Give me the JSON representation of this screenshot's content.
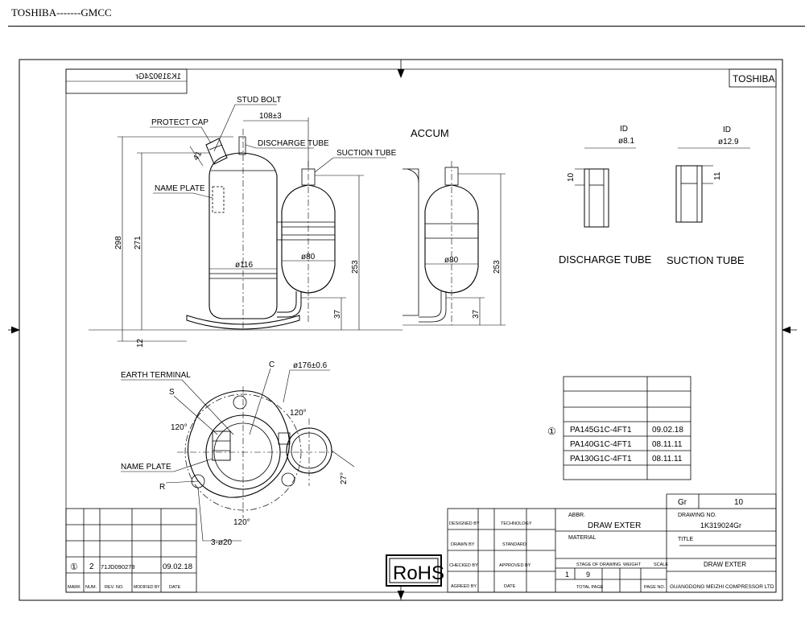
{
  "header": {
    "text": "TOSHIBA-------GMCC"
  },
  "brand": "TOSHIBA",
  "drawing_no_mirrored": "1K319024Gr",
  "labels": {
    "stud_bolt": "STUD BOLT",
    "protect_cap": "PROTECT CAP",
    "discharge_tube": "DISCHARGE TUBE",
    "suction_tube": "SUCTION TUBE",
    "name_plate": "NAME PLATE",
    "accum": "ACCUM",
    "earth_terminal": "EARTH TERMINAL",
    "name_plate_2": "NAME PLATE",
    "discharge_tube_big": "DISCHARGE TUBE",
    "suction_tube_big": "SUCTION TUBE",
    "s": "S",
    "c": "C",
    "r": "R",
    "id1": "ID",
    "id2": "ID"
  },
  "dims": {
    "d108": "108±3",
    "d41": "41",
    "d298": "298",
    "d271": "271",
    "d116": "ø116",
    "d80a": "ø80",
    "d80b": "ø80",
    "d253a": "253",
    "d253b": "253",
    "d37a": "37",
    "d37b": "37",
    "d12": "12",
    "d176": "ø176±0.6",
    "d120a": "120°",
    "d120b": "120°",
    "d120c": "120°",
    "d27": "27°",
    "d320": "3-ø20",
    "id1_val": "ø8.1",
    "id2_val": "ø12.9",
    "h10": "10",
    "h11": "11"
  },
  "models_table": {
    "marker": "①",
    "rows": [
      {
        "model": "PA145G1C-4FT1",
        "date": "09.02.18"
      },
      {
        "model": "PA140G1C-4FT1",
        "date": "08.11.11"
      },
      {
        "model": "PA130G1C-4FT1",
        "date": "08.11.11"
      }
    ]
  },
  "revision_table": {
    "mark": "①",
    "num": "2",
    "rev_no": "71JD090278",
    "date": "09.02.18",
    "headers": [
      "MARK",
      "NUM.",
      "REV. NO.",
      "MODIFIED BY",
      "DATE"
    ]
  },
  "rohs": "RoHS",
  "title_block": {
    "gr_label": "Gr",
    "gr_value": "10",
    "drawing_no_label": "DRAWING NO.",
    "drawing_no": "1K319024Gr",
    "title_label": "TITLE",
    "title": "DRAW EXTER",
    "abbr_label": "ABBR.",
    "abbr": "DRAW EXTER",
    "material_label": "MATERIAL",
    "stage_label": "STAGE OF DRAWING",
    "weight_label": "WEIGHT",
    "scale_label": "SCALE",
    "total_page_label": "TOTAL PAGE",
    "page_no_label": "PAGE NO.",
    "total_page": "1",
    "page_no": "9",
    "company": "GUANGDONG MEIZHI COMPRESSOR LTD",
    "designed_by": "DESIGNED BY",
    "drawn_by": "DRAWN BY",
    "checked_by": "CHECKED BY",
    "agreed_by": "AGREED BY",
    "technology": "TECHNOLOGY",
    "standard": "STANDARD",
    "approved_by": "APPROVED BY",
    "date_label": "DATE"
  }
}
